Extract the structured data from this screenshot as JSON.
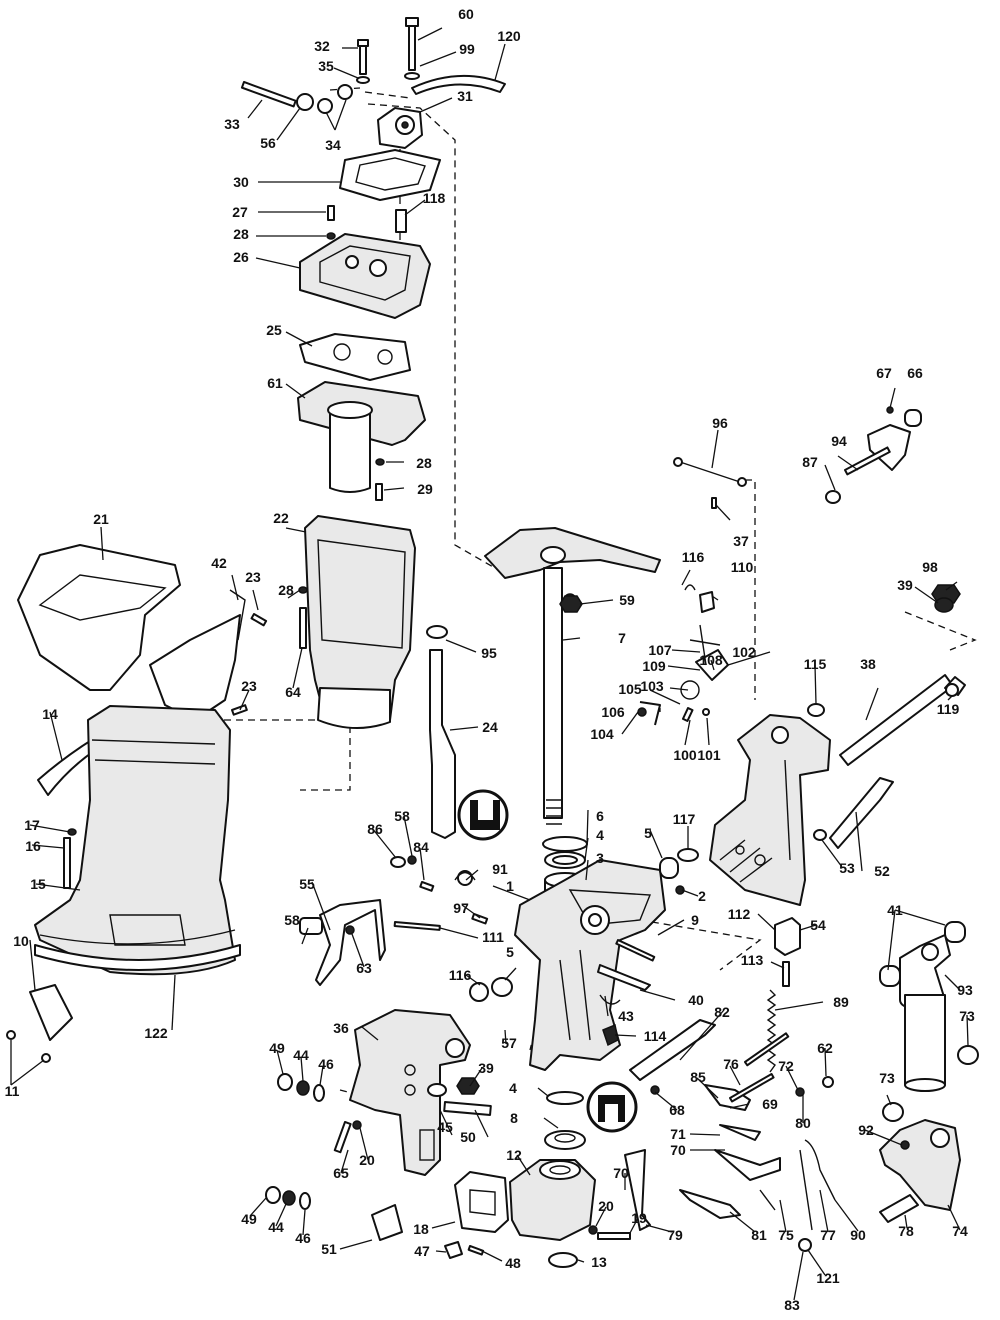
{
  "labels": [
    "60",
    "32",
    "99",
    "120",
    "35",
    "33",
    "31",
    "56",
    "34",
    "30",
    "27",
    "118",
    "28",
    "26",
    "25",
    "61",
    "28",
    "29",
    "96",
    "67",
    "66",
    "94",
    "87",
    "37",
    "21",
    "22",
    "42",
    "23",
    "28",
    "116",
    "110",
    "59",
    "98",
    "39",
    "7",
    "107",
    "109",
    "102",
    "108",
    "103",
    "115",
    "38",
    "105",
    "106",
    "104",
    "119",
    "23",
    "64",
    "95",
    "14",
    "24",
    "100",
    "101",
    "6",
    "4",
    "17",
    "3",
    "86",
    "58",
    "117",
    "5",
    "16",
    "84",
    "91",
    "15",
    "1",
    "2",
    "55",
    "9",
    "97",
    "111",
    "58",
    "63",
    "112",
    "53",
    "52",
    "54",
    "113",
    "10",
    "41",
    "5",
    "93",
    "116",
    "40",
    "89",
    "82",
    "122",
    "43",
    "73",
    "57",
    "114",
    "36",
    "11",
    "49",
    "44",
    "46",
    "39",
    "4",
    "68",
    "76",
    "72",
    "62",
    "85",
    "69",
    "80",
    "73",
    "92",
    "71",
    "70",
    "45",
    "50",
    "8",
    "65",
    "20",
    "12",
    "70",
    "49",
    "44",
    "46",
    "20",
    "19",
    "18",
    "51",
    "47",
    "48",
    "13",
    "79",
    "81",
    "75",
    "77",
    "90",
    "78",
    "74",
    "121",
    "83"
  ]
}
